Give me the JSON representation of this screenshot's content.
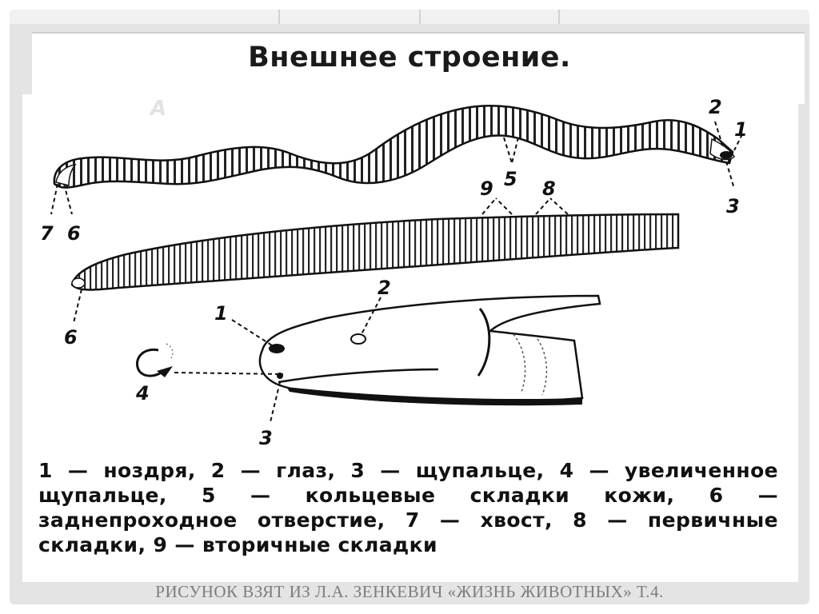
{
  "slide": {
    "title": "Внешнее строение."
  },
  "figure": {
    "panel_letter": "A",
    "labels": {
      "top_tail_7": "7",
      "top_anus_6": "6",
      "top_folds_5": "5",
      "top_eye_2": "2",
      "top_nostril_1": "1",
      "top_tentacle_3": "3",
      "mid_secondary_9": "9",
      "mid_primary_8": "8",
      "mid_anus_6": "6",
      "head_nostril_1": "1",
      "head_eye_2": "2",
      "head_tentacle_3": "3",
      "head_enlarged_4": "4"
    },
    "legend_text": "1 — ноздря, 2 — глаз, 3 — щупальце, 4 — увеличенное щупальце, 5 — кольцевые складки кожи, 6 — заднепроходное отверстие, 7 — хвост, 8 — первичные складки, 9 — вторичные складки"
  },
  "footer": {
    "caption": "РИСУНОК ВЗЯТ ИЗ Л.А. ЗЕНКЕВИЧ «ЖИЗНЬ ЖИВОТНЫХ» Т.4."
  }
}
